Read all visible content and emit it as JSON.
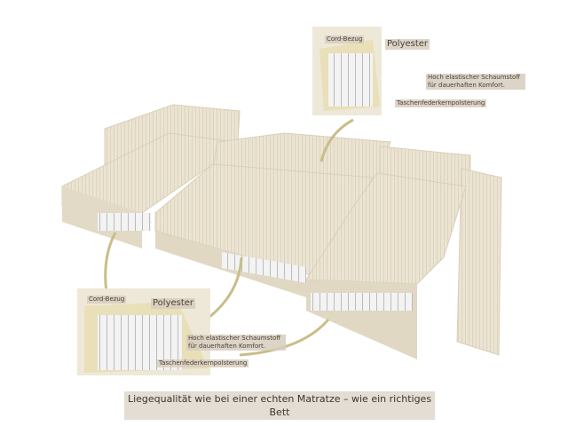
{
  "top_inset": {
    "cover_label": "Cord-Bezug",
    "layer_label": "Polyester",
    "foam_label": "Hoch elastischer Schaumstoff für dauerhaften Komfort.",
    "spring_label": "Taschenfederkernpolsterung"
  },
  "bottom_inset": {
    "cover_label": "Cord-Bezug",
    "layer_label": "Polyester",
    "foam_label": "Hoch elastischer Schaumstoff für dauerhaften Komfort.",
    "spring_label": "Taschenfederkernpolsterung"
  },
  "caption": "Liegequalität wie bei einer echten Matratze – wie ein richtiges Bett",
  "colors": {
    "fabric": "#e8e0cc",
    "arrow": "#c9bd8a",
    "label_bg": "#d7cdbe"
  }
}
